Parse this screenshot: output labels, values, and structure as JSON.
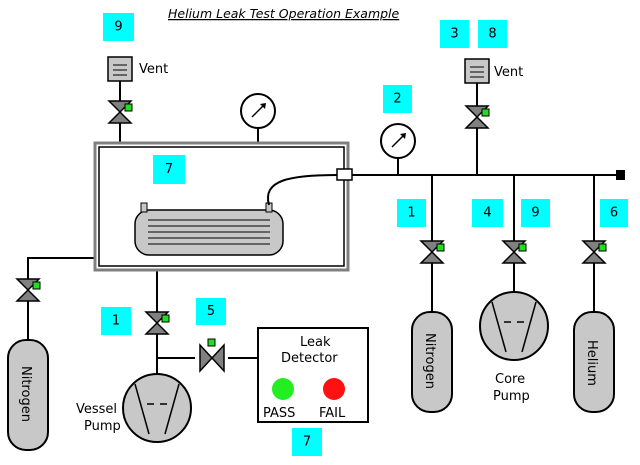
{
  "title": "Helium Leak Test Operation Example",
  "labels": {
    "vent_left": "Vent",
    "vent_right": "Vent",
    "detector_line1": "Leak",
    "detector_line2": "Detector",
    "pass": "PASS",
    "fail": "FAIL",
    "vessel_pump_line1": "Vessel",
    "vessel_pump_line2": "Pump",
    "core_pump_line1": "Core",
    "core_pump_line2": "Pump",
    "nitrogen_left": "Nitrogen",
    "nitrogen_right": "Nitrogen",
    "helium": "Helium"
  },
  "badges": {
    "vent_left": "9",
    "vent_right_a": "3",
    "vent_right_b": "8",
    "gauge_right": "2",
    "vessel": "7",
    "nitrogen_valve_right": "1",
    "core_pump_valve_a": "4",
    "core_pump_valve_b": "9",
    "helium_valve": "6",
    "vessel_pump_valve": "1",
    "detector_valve": "5",
    "detector": "7"
  },
  "colors": {
    "badge": "#00ffff",
    "pass": "#22ee22",
    "fail": "#ff1111",
    "component_fill": "#c8c8c8",
    "indicator": "#22dd22",
    "vessel_border": "#808080"
  }
}
